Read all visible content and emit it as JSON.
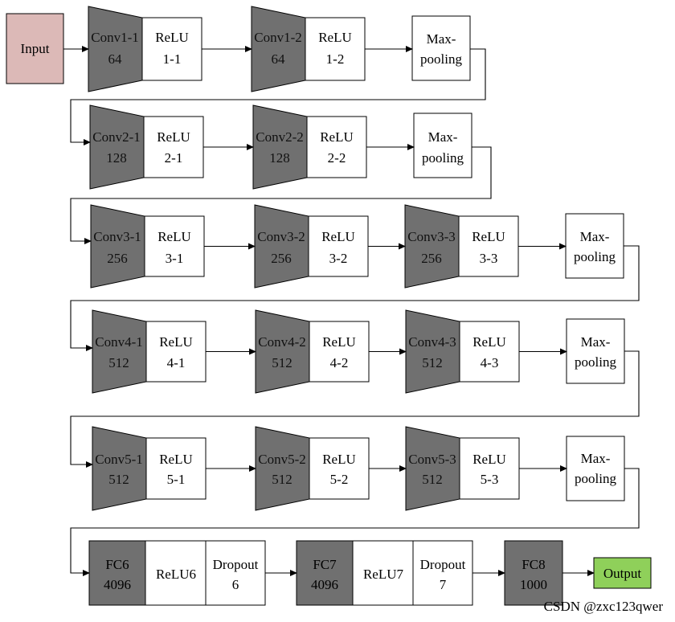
{
  "colors": {
    "conv_fill": "#707070",
    "fc_fill": "#707070",
    "input_fill": "#dcb9b7",
    "output_fill": "#8fd05a",
    "box_stroke": "#000000",
    "arrow": "#000000",
    "watermark": "#9a9a9a"
  },
  "input": {
    "label": "Input"
  },
  "output": {
    "label": "Output"
  },
  "rows": [
    {
      "convs": [
        {
          "name": "Conv1-1",
          "channels": "64",
          "relu_top": "ReLU",
          "relu_bottom": "1-1"
        },
        {
          "name": "Conv1-2",
          "channels": "64",
          "relu_top": "ReLU",
          "relu_bottom": "1-2"
        }
      ],
      "pool": {
        "top": "Max-",
        "bottom": "pooling"
      }
    },
    {
      "convs": [
        {
          "name": "Conv2-1",
          "channels": "128",
          "relu_top": "ReLU",
          "relu_bottom": "2-1"
        },
        {
          "name": "Conv2-2",
          "channels": "128",
          "relu_top": "ReLU",
          "relu_bottom": "2-2"
        }
      ],
      "pool": {
        "top": "Max-",
        "bottom": "pooling"
      }
    },
    {
      "convs": [
        {
          "name": "Conv3-1",
          "channels": "256",
          "relu_top": "ReLU",
          "relu_bottom": "3-1"
        },
        {
          "name": "Conv3-2",
          "channels": "256",
          "relu_top": "ReLU",
          "relu_bottom": "3-2"
        },
        {
          "name": "Conv3-3",
          "channels": "256",
          "relu_top": "ReLU",
          "relu_bottom": "3-3"
        }
      ],
      "pool": {
        "top": "Max-",
        "bottom": "pooling"
      }
    },
    {
      "convs": [
        {
          "name": "Conv4-1",
          "channels": "512",
          "relu_top": "ReLU",
          "relu_bottom": "4-1"
        },
        {
          "name": "Conv4-2",
          "channels": "512",
          "relu_top": "ReLU",
          "relu_bottom": "4-2"
        },
        {
          "name": "Conv4-3",
          "channels": "512",
          "relu_top": "ReLU",
          "relu_bottom": "4-3"
        }
      ],
      "pool": {
        "top": "Max-",
        "bottom": "pooling"
      }
    },
    {
      "convs": [
        {
          "name": "Conv5-1",
          "channels": "512",
          "relu_top": "ReLU",
          "relu_bottom": "5-1"
        },
        {
          "name": "Conv5-2",
          "channels": "512",
          "relu_top": "ReLU",
          "relu_bottom": "5-2"
        },
        {
          "name": "Conv5-3",
          "channels": "512",
          "relu_top": "ReLU",
          "relu_bottom": "5-3"
        }
      ],
      "pool": {
        "top": "Max-",
        "bottom": "pooling"
      }
    }
  ],
  "fc": [
    {
      "name": "FC6",
      "units": "4096",
      "relu": "ReLU6",
      "dropout_top": "Dropout",
      "dropout_bottom": "6"
    },
    {
      "name": "FC7",
      "units": "4096",
      "relu": "ReLU7",
      "dropout_top": "Dropout",
      "dropout_bottom": "7"
    },
    {
      "name": "FC8",
      "units": "1000"
    }
  ],
  "watermark": "CSDN @zxc123qwer"
}
